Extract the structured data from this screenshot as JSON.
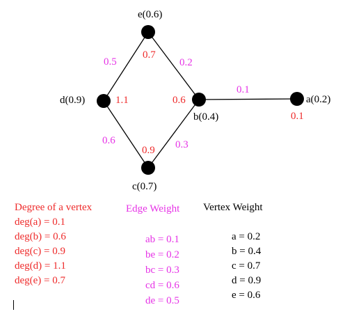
{
  "graph": {
    "vertex_labels": {
      "a": "a(0.2)",
      "b": "b(0.4)",
      "c": "c(0.7)",
      "d": "d(0.9)",
      "e": "e(0.6)"
    },
    "vertex_degree_labels": {
      "a": "0.1",
      "b": "0.6",
      "c": "0.9",
      "d": "1.1",
      "e": "0.7"
    },
    "edge_weight_labels": {
      "ab": "0.1",
      "be": "0.2",
      "bc": "0.3",
      "cd": "0.6",
      "de": "0.5"
    },
    "colors": {
      "vertex": "#000000",
      "edge": "#000000",
      "degree": "#ee2a2a",
      "edge_weight": "#e633e6",
      "vertex_weight": "#000000"
    }
  },
  "legend": {
    "degree": {
      "heading": "Degree of a vertex",
      "items": [
        "deg(a) = 0.1",
        "deg(b) = 0.6",
        "deg(c) = 0.9",
        "deg(d) = 1.1",
        "deg(e) = 0.7"
      ]
    },
    "edge_weight": {
      "heading": "Edge Weight",
      "items": [
        "ab = 0.1",
        "be = 0.2",
        "bc = 0.3",
        "cd = 0.6",
        "de = 0.5"
      ]
    },
    "vertex_weight": {
      "heading": "Vertex Weight",
      "items": [
        "a = 0.2",
        "b = 0.4",
        "c = 0.7",
        "d = 0.9",
        "e = 0.6"
      ]
    }
  }
}
